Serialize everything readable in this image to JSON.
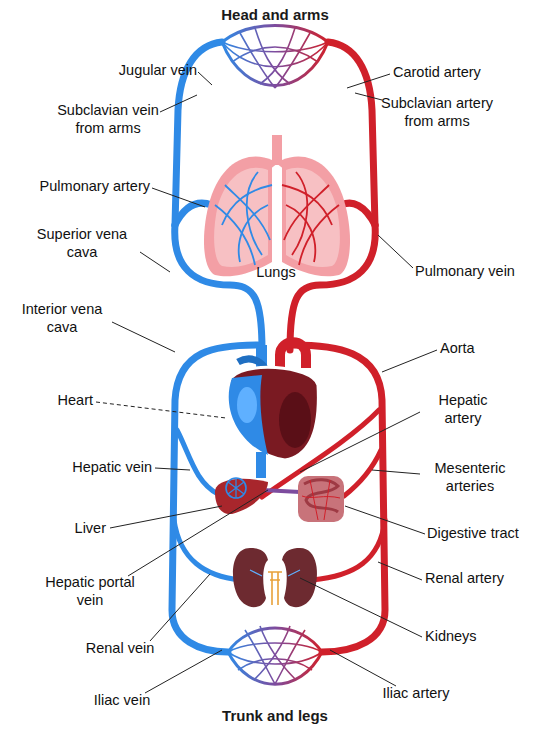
{
  "diagram": {
    "labels": [
      "Head and arms",
      "Jugular vein",
      "Carotid artery",
      "Subclavian vein from arms",
      "Subclavian artery from arms",
      "Pulmonary artery",
      "Superior vena cava",
      "Lungs",
      "Pulmonary vein",
      "Interior vena cava",
      "Aorta",
      "Heart",
      "Hepatic artery",
      "Hepatic vein",
      "Mesenteric arteries",
      "Liver",
      "Digestive tract",
      "Hepatic portal vein",
      "Renal artery",
      "Renal vein",
      "Kidneys",
      "Iliac vein",
      "Iliac artery",
      "Trunk and legs"
    ]
  }
}
